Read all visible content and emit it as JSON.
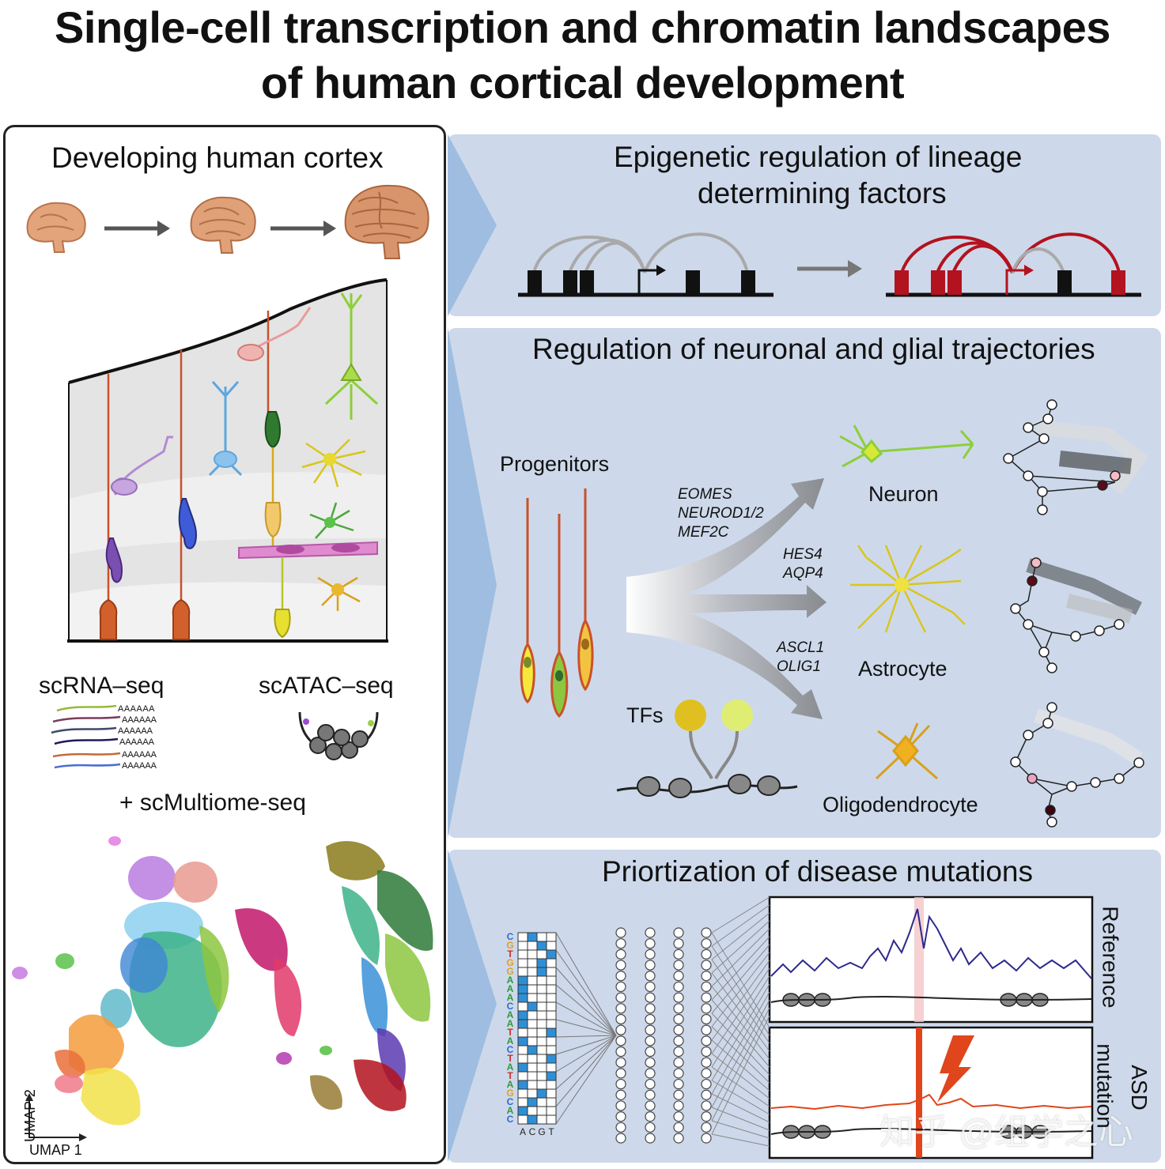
{
  "title": {
    "line1": "Single-cell transcription and chromatin landscapes",
    "line2": "of human cortical development"
  },
  "left": {
    "heading": "Developing human cortex",
    "scrna": "scRNA–seq",
    "scatac": "scATAC–seq",
    "multiome": "+ scMultiome-seq",
    "polyA": "AAAAAA",
    "umap_x": "UMAP 1",
    "umap_y": "UMAP 2"
  },
  "panel1": {
    "title_line1": "Epigenetic regulation of lineage",
    "title_line2": "determining factors"
  },
  "panel2": {
    "title": "Regulation of neuronal and glial trajectories",
    "progenitors": "Progenitors",
    "neuron": "Neuron",
    "astrocyte": "Astrocyte",
    "oligodendrocyte": "Oligodendrocyte",
    "tfs": "TFs",
    "neuron_genes": [
      "EOMES",
      "NEUROD1/2",
      "MEF2C"
    ],
    "astro_genes": [
      "HES4",
      "AQP4"
    ],
    "oligo_genes": [
      "ASCL1",
      "OLIG1"
    ]
  },
  "panel3": {
    "title": "Priortization of disease mutations",
    "reference": "Reference",
    "asd_line1": "ASD",
    "asd_line2": "mutation",
    "sequence": "CACGATATCATAACAAAGGTGC",
    "bases": [
      "A",
      "C",
      "G",
      "T"
    ]
  },
  "watermark": "知乎 @组学之心",
  "colors": {
    "panel_bg": "#cdd9ea",
    "panel_arrow": "#9fbde0",
    "accent_red": "#b3121f",
    "mutation_orange": "#e0451b",
    "reference_line": "#2d2a8c",
    "onehot_blue": "#2f8fd6"
  }
}
